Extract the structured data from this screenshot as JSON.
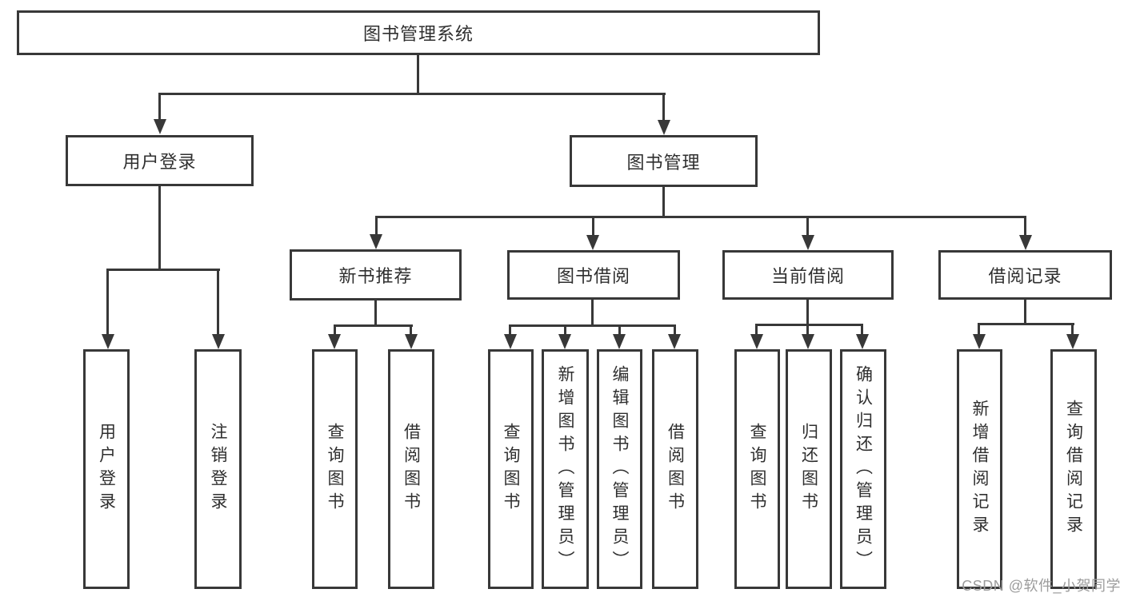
{
  "diagram_type": "tree",
  "hierarchy": {
    "root": "图书管理系统",
    "branches": [
      {
        "label": "用户登录",
        "children": [
          "用户登录",
          "注销登录"
        ]
      },
      {
        "label": "图书管理",
        "children": [
          {
            "label": "新书推荐",
            "children": [
              "查询图书",
              "借阅图书"
            ]
          },
          {
            "label": "图书借阅",
            "children": [
              "查询图书",
              "新增图书（管理员）",
              "编辑图书（管理员）",
              "借阅图书"
            ]
          },
          {
            "label": "当前借阅",
            "children": [
              "查询图书",
              "归还图书",
              "确认归还（管理员）"
            ]
          },
          {
            "label": "借阅记录",
            "children": [
              "新增借阅记录",
              "查询借阅记录"
            ]
          }
        ]
      }
    ]
  },
  "watermark": {
    "text": "CSDN @软件_小贺同学"
  },
  "colors": {
    "line": "#383838",
    "text": "#2f2f2f",
    "background": "#ffffff",
    "watermark": "#9c9c9c"
  }
}
